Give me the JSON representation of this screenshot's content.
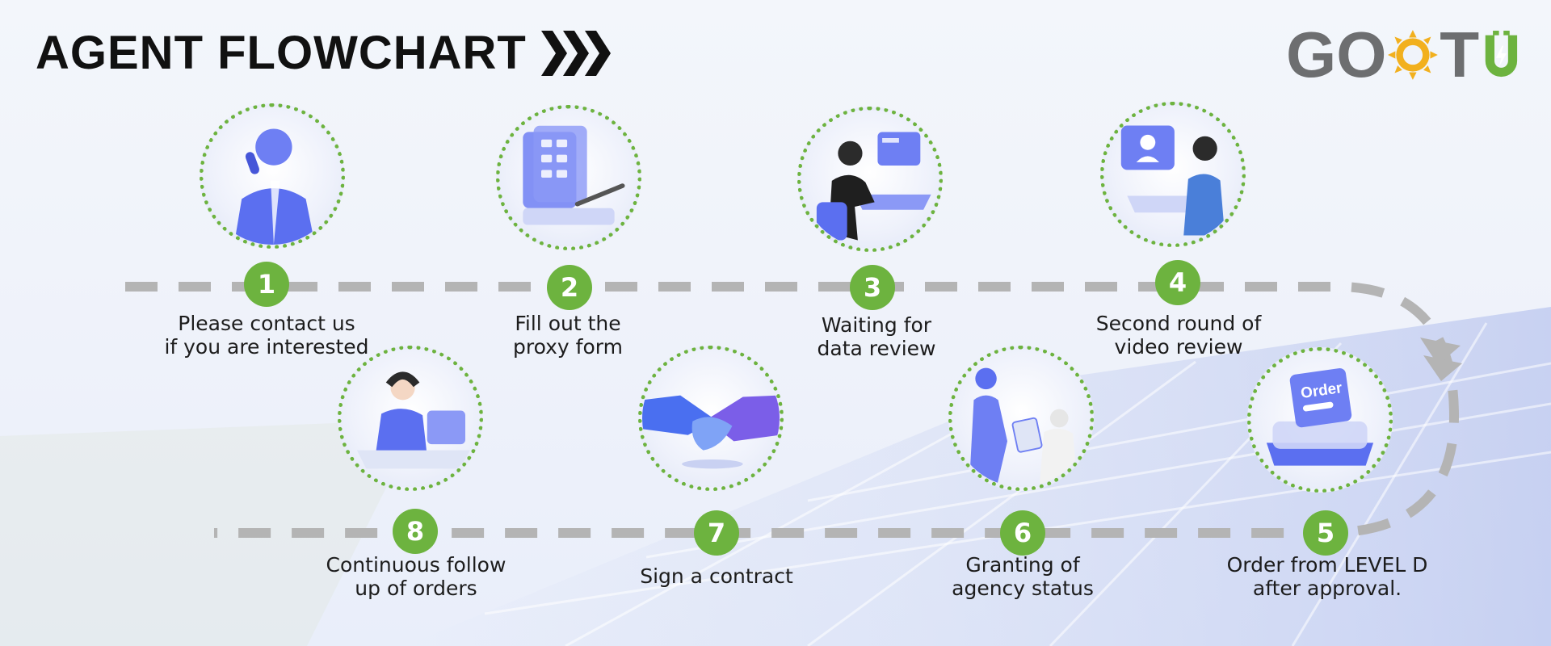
{
  "title": "AGENT FLOWCHART",
  "logo": {
    "text_left": "GO",
    "text_mid": "T",
    "brand_green": "#6db33f",
    "brand_gray": "#6d6e70",
    "sun_color": "#f2b01e"
  },
  "colors": {
    "accent": "#6db33f",
    "path": "#b4b4b4",
    "illustration": "#5b6ff0"
  },
  "steps": [
    {
      "number": "1",
      "label": "Please contact us\nif you are interested",
      "icon": "phone-call-person-icon"
    },
    {
      "number": "2",
      "label": "Fill out the\nproxy form",
      "icon": "form-and-pen-icon"
    },
    {
      "number": "3",
      "label": "Waiting for\ndata review",
      "icon": "person-at-computer-icon"
    },
    {
      "number": "4",
      "label": "Second round of\nvideo review",
      "icon": "video-call-icon"
    },
    {
      "number": "5",
      "label": "Order from LEVEL D\nafter approval.",
      "icon": "order-box-icon",
      "icon_text": "Order"
    },
    {
      "number": "6",
      "label": "Granting of\nagency status",
      "icon": "certificate-handover-icon"
    },
    {
      "number": "7",
      "label": "Sign a contract",
      "icon": "handshake-icon"
    },
    {
      "number": "8",
      "label": "Continuous follow\nup of orders",
      "icon": "customer-service-agent-icon"
    }
  ]
}
